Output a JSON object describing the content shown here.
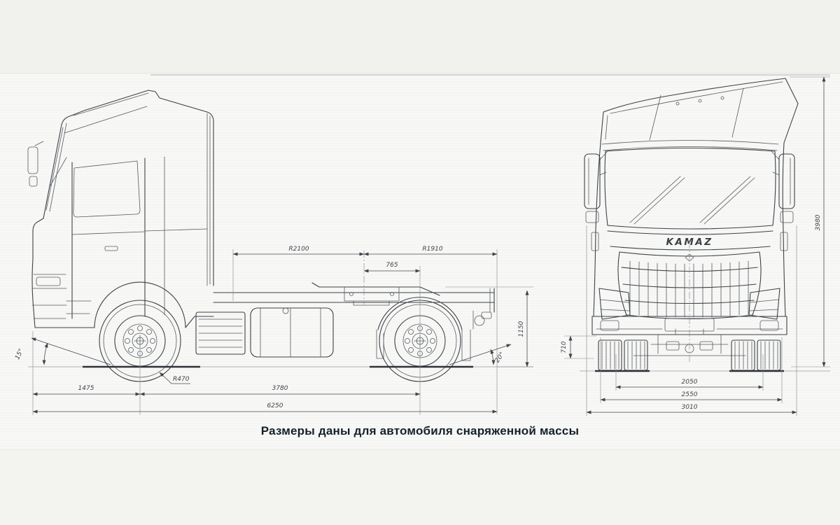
{
  "page": {
    "caption": "Размеры даны для автомобиля снаряженной массы",
    "brand_logo": "KAMAZ",
    "paper_color": "#f8f8f6",
    "line_color": "#3d4248"
  },
  "side_view": {
    "dims": {
      "front_clearance_radius": "R2100",
      "rear_clearance_radius": "R1910",
      "fifth_wheel_lead": "765",
      "saddle_height": "1150",
      "rear_angle": "20°",
      "approach_angle": "15°",
      "front_overhang": "1475",
      "tyre_radius": "R470",
      "wheelbase": "3780",
      "overall_length": "6250"
    }
  },
  "front_view": {
    "dims": {
      "front_clearance": "710",
      "track_width": "2050",
      "cab_width": "2550",
      "overall_width": "3010",
      "overall_height": "3980"
    }
  }
}
